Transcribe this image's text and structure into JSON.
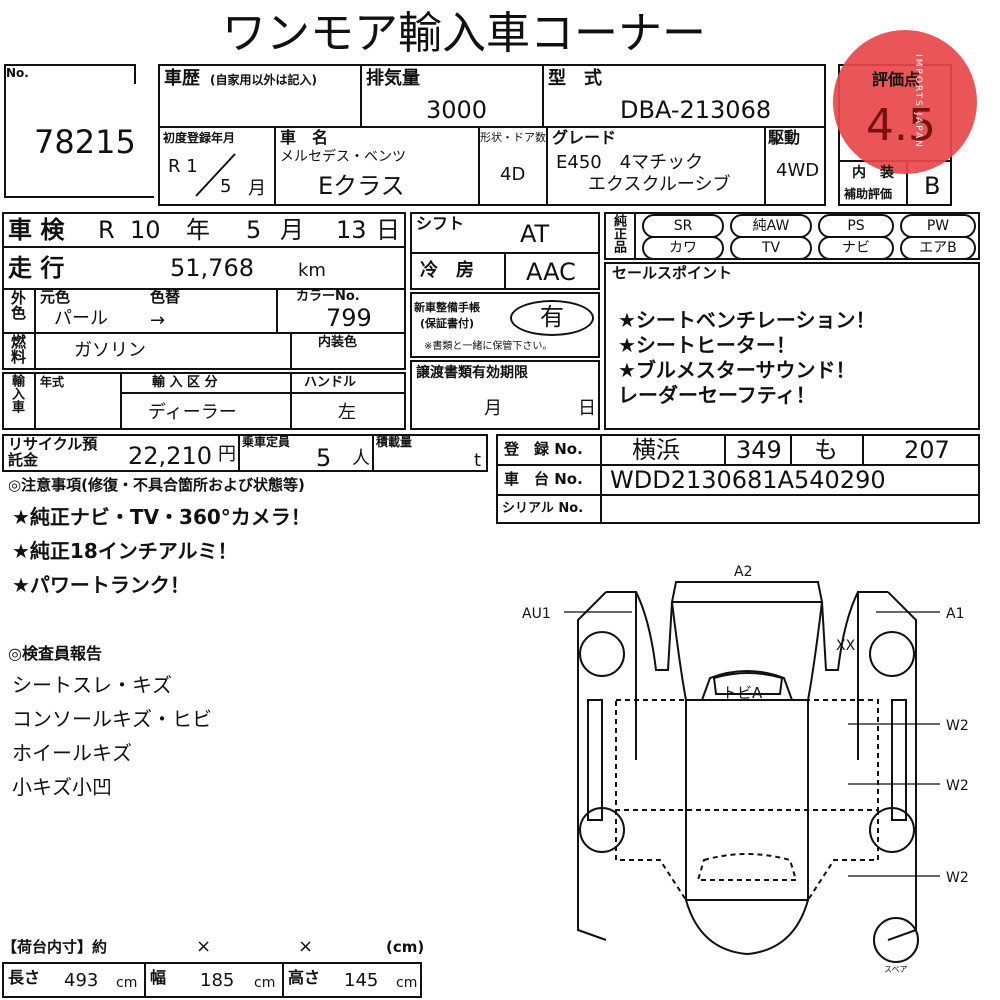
{
  "title": "ワンモア輸入車コーナー",
  "stock_no_label": "No.",
  "stock_no": "78215",
  "history_label": "車歴",
  "history_note": "(自家用以外は記入)",
  "displacement_label": "排気量",
  "displacement": "3000",
  "model_type_label": "型　式",
  "model_type": "DBA-213068",
  "score_label": "評価点",
  "score": "4.5",
  "interior_label": "内　装",
  "interior_sub": "補助評価",
  "interior_grade": "B",
  "first_reg_label": "初度登録年月",
  "first_reg_era": "R 1",
  "first_reg_month": "5",
  "month_unit": "月",
  "car_name_label": "車　名",
  "maker": "メルセデス・ベンツ",
  "car_name": "Eクラス",
  "doors_label": "形状・ドア数",
  "doors": "4D",
  "grade_label": "グレード",
  "grade_line1": "E450　4マチック",
  "grade_line2": "エクスクルーシブ",
  "drive_label": "駆動",
  "drive": "4WD",
  "inspection_label": "車 検",
  "inspection_era": "R",
  "inspection_year": "10",
  "year_unit": "年",
  "inspection_month": "5",
  "inspection_day": "13",
  "day_unit": "日",
  "shift_label": "シフト",
  "shift": "AT",
  "equip_label": "純正品",
  "equipment": [
    "SR",
    "純AW",
    "PS",
    "PW",
    "カワ",
    "TV",
    "ナビ",
    "エアB"
  ],
  "mileage_label": "走 行",
  "mileage": "51,768",
  "mileage_unit": "km",
  "aircon_label": "冷　房",
  "aircon": "AAC",
  "sales_label": "セールスポイント",
  "sales_points": [
    "★シートベンチレーション！",
    "★シートヒーター！",
    "★ブルメスターサウンド！",
    "レーダーセーフティ！"
  ],
  "exterior_label": "外色",
  "orig_color_label": "元色",
  "repaint_label": "色替",
  "orig_color": "パール",
  "repaint_arrow": "→",
  "color_no_label": "カラーNo.",
  "color_no": "799",
  "interior_color_label": "内装色",
  "fuel_label": "燃料",
  "fuel": "ガソリン",
  "manual_label": "新車整備手帳",
  "manual_sub": "(保証書付)",
  "manual_value": "有",
  "manual_note": "※書類と一緒に保管下さい。",
  "import_label": "輸入車",
  "model_year_label": "年式",
  "import_type_label": "輸 入 区 分",
  "import_type": "ディーラー",
  "handle_label": "ハンドル",
  "handle": "左",
  "transfer_label": "譲渡書類有効期限",
  "transfer_month": "月",
  "transfer_day": "日",
  "recycle_label": "リサイクル預託金",
  "recycle": "22,210",
  "yen": "円",
  "capacity_label": "乗車定員",
  "capacity": "5",
  "person_unit": "人",
  "load_label": "積載量",
  "load_unit": "t",
  "reg_label": "登　録 No.",
  "reg_area": "横浜",
  "reg_class": "349",
  "reg_kana": "も",
  "reg_num": "207",
  "vin_label": "車　台 No.",
  "vin": "WDD2130681A540290",
  "serial_label": "シリアル No.",
  "notes_label": "◎注意事項(修復・不具合箇所および状態等)",
  "notes": [
    "★純正ナビ・TV・360°カメラ！",
    "★純正18インチアルミ！",
    "★パワートランク！"
  ],
  "inspector_label": "◎検査員報告",
  "inspector": [
    "シートスレ・キズ",
    "コンソールキズ・ヒビ",
    "ホイールキズ",
    "小キズ小凹"
  ],
  "cargo_label": "【荷台内寸】約",
  "cargo_x": "×",
  "cargo_unit": "(cm)",
  "length_label": "長さ",
  "length": "493",
  "width_label": "幅",
  "width": "185",
  "height_label": "高さ",
  "height": "145",
  "cm": "cm",
  "diagram": {
    "a2": "A2",
    "au1": "AU1",
    "a1": "A1",
    "xx": "XX",
    "roof": "トビA",
    "w2a": "W2",
    "w2b": "W2",
    "w2c": "W2",
    "spare": "スペア"
  },
  "watermark": "IMPORTS JAPAN"
}
